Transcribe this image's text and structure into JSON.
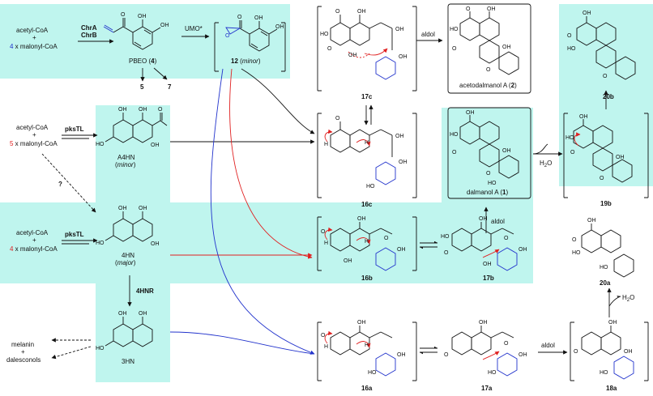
{
  "colors": {
    "highlight": "#bff5ee",
    "blue": "#2233cc",
    "red": "#e02020",
    "black": "#111111"
  },
  "top_row": {
    "reagent_line1": "acetyl-CoA",
    "reagent_line2": "+",
    "reagent_line3_num": "4",
    "reagent_line3_rest": " x malonyl-CoA",
    "enzyme1": "ChrA",
    "enzyme2": "ChrB",
    "pbeo_label": "PBEO (",
    "pbeo_num": "4",
    "pbeo_close": ")",
    "umo": "UMO*",
    "compound12_num": "12",
    "compound12_note": "minor",
    "side5": "5",
    "side7": "7"
  },
  "row2": {
    "reagent_line1": "acetyl-CoA",
    "reagent_line2": "+",
    "reagent_line3_num": "5",
    "reagent_line3_rest": " x malonyl-CoA",
    "enzyme": "pksTL",
    "product": "A4HN",
    "product_note": "minor",
    "question": "?"
  },
  "row3": {
    "reagent_line1": "acetyl-CoA",
    "reagent_line2": "+",
    "reagent_line3_num": "4",
    "reagent_line3_rest": " x malonyl-CoA",
    "enzyme": "pksTL",
    "product": "4HN",
    "product_note": "major"
  },
  "row4": {
    "enzyme": "4HNR",
    "product": "3HN",
    "side_line1": "melanin",
    "side_line2": "+",
    "side_line3": "dalesconols"
  },
  "labels": {
    "c17c": "17c",
    "c16c": "16c",
    "c16b": "16b",
    "c17b": "17b",
    "c16a": "16a",
    "c17a": "17a",
    "c18a": "18a",
    "c20a": "20a",
    "c19b": "19b",
    "c20b": "20b",
    "acetodalmanol": "acetodalmanol A (",
    "acetodalmanol_num": "2",
    "acetodalmanol_close": ")",
    "dalmanol": "dalmanol A (",
    "dalmanol_num": "1",
    "dalmanol_close": ")",
    "aldol_top": "aldol",
    "aldol_mid": "aldol",
    "aldol_bot": "aldol",
    "water1": "H",
    "water1_sub": "2",
    "water1_o": "O",
    "water2": "H",
    "water2_sub": "2",
    "water2_o": "O"
  },
  "atoms": {
    "O": "O",
    "OH": "OH",
    "HO": "HO",
    "H": "H"
  }
}
